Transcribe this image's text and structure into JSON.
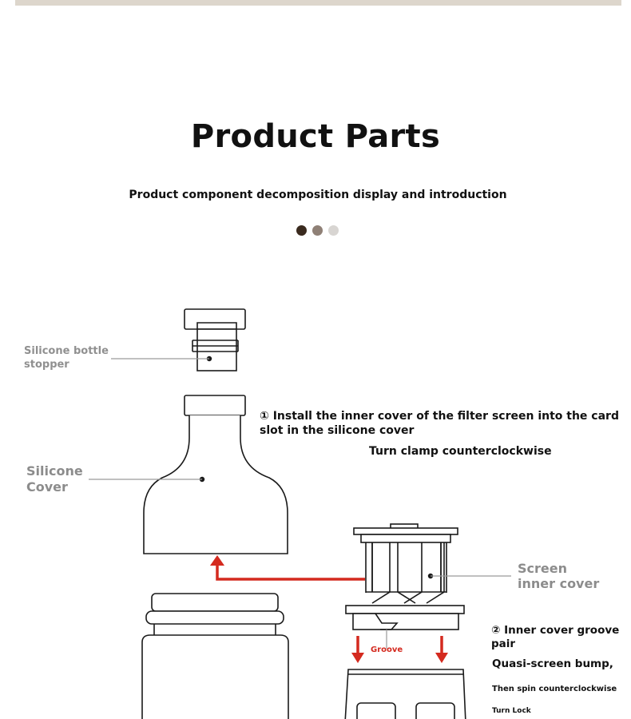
{
  "header": {
    "title": "Product Parts",
    "subtitle": "Product component decomposition display and introduction"
  },
  "colors": {
    "accent_red": "#d42a1f",
    "dot_dark": "#3a2a1e",
    "dot_mid": "#8f8076",
    "dot_light": "#d8d5d2",
    "top_bar": "#ddd6cc"
  },
  "labels": {
    "silicone_bottle_stopper": "Silicone bottle\nstopper",
    "silicone_cover": "Silicone\nCover",
    "screen_inner_cover": "Screen\ninner cover",
    "groove": "Groove"
  },
  "instructions": {
    "step1": "① Install the inner cover of the filter screen into the card slot in the silicone cover",
    "turn_clamp": "Turn clamp counterclockwise",
    "step2": "② Inner cover groove pair",
    "quasi_screen": "Quasi-screen bump,",
    "spin": "Then spin counterclockwise",
    "turn_lock": "Turn Lock"
  }
}
